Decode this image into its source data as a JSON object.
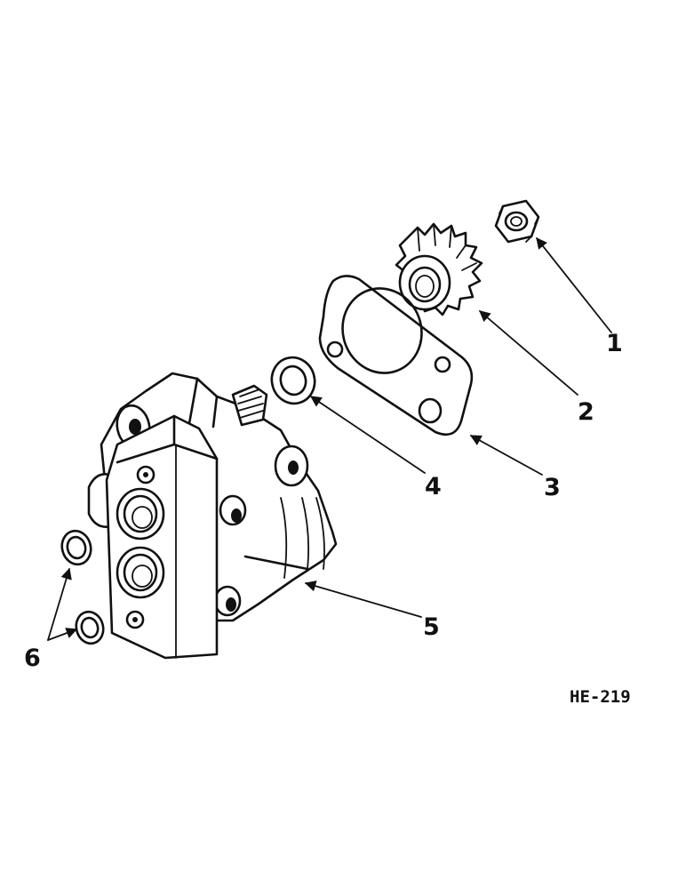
{
  "figure_ref": "HE-219",
  "callouts": [
    {
      "label": "1",
      "part": "nut"
    },
    {
      "label": "2",
      "part": "gear"
    },
    {
      "label": "3",
      "part": "gasket"
    },
    {
      "label": "4",
      "part": "washer"
    },
    {
      "label": "5",
      "part": "oil-pump-body"
    },
    {
      "label": "6",
      "part": "o-rings"
    }
  ],
  "colors": {
    "ink": "#111111",
    "paper": "#ffffff"
  }
}
